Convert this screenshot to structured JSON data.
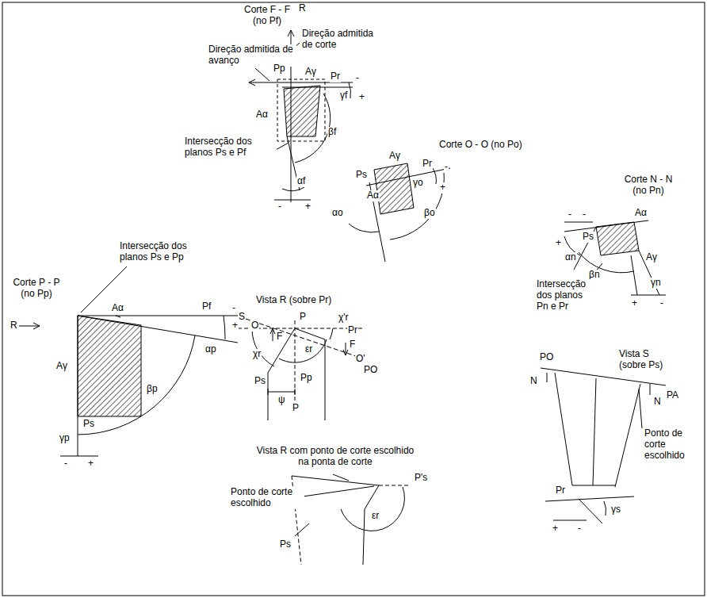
{
  "diagram": {
    "labels": [
      "Corte F - F (no Pf)",
      "R",
      "Direção admitida de corte",
      "Direção admitida de avanço",
      "Pp",
      "Aγ",
      "Pr",
      "-",
      "γf",
      "+",
      "Aα",
      "βf",
      "Intersecção dos planos Ps e Pf",
      "αf",
      "-",
      "+",
      "Corte O - O (no Po)",
      "Aγ",
      "Ps",
      "Pr",
      "-",
      "γo",
      "+",
      "Aα",
      "αo",
      "βo",
      "Corte N - N (no Pn)",
      "-",
      "-",
      "Ps",
      "Aα",
      "+",
      "αn",
      "βn",
      "Aγ",
      "γn",
      "Intersecção dos planos Pn e Pr",
      "+",
      "-",
      "Intersecção dos planos Ps e Pp",
      "Corte P - P (no Pp)",
      "R",
      "Aα",
      "Pf",
      "-",
      "+",
      "Aγ",
      "αp",
      "βp",
      "Ps",
      "γp",
      "-",
      "+",
      "Vista R (sobre Pr)",
      "S",
      "O",
      "P",
      "χ'r",
      "F",
      "Pr",
      "F",
      "O'",
      "PO",
      "χr",
      "εr",
      "Ps",
      "Pp",
      "ψ",
      "P",
      "PO",
      "N",
      "Vista S (sobre Ps)",
      "PA",
      "N",
      "Ponto de corte escolhido",
      "Pr",
      "+",
      "-",
      "γs",
      "Vista R com ponto de corte escolhido na ponta de corte",
      "P's",
      "Ponto de corte escolhido",
      "εr",
      "Ps"
    ]
  }
}
